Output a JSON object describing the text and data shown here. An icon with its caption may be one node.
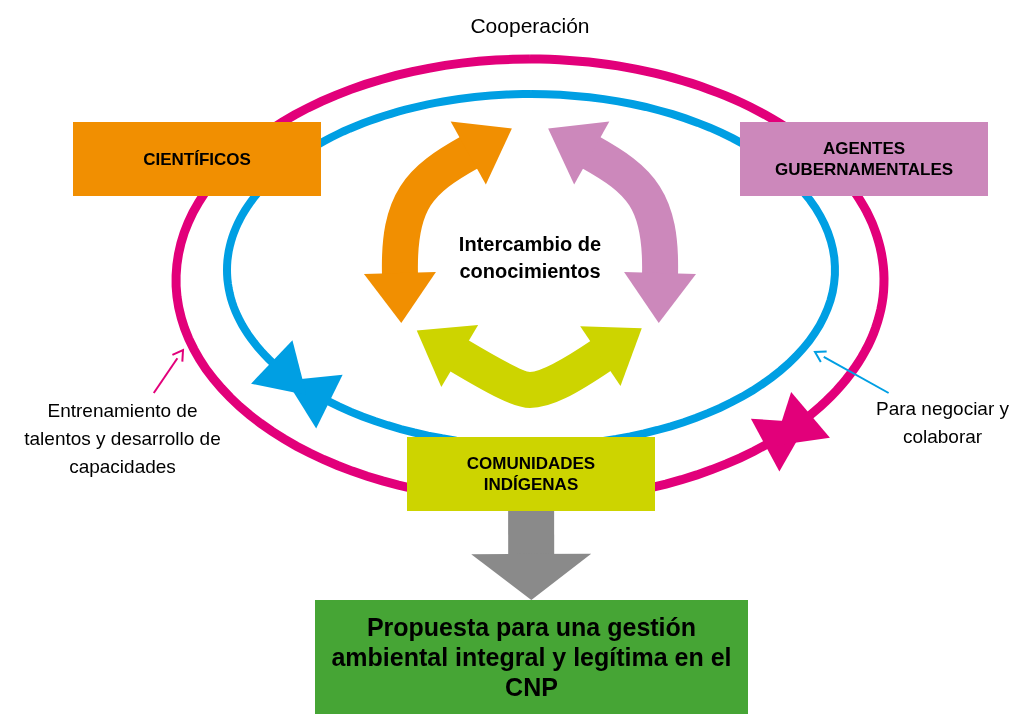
{
  "diagram": {
    "nodes": [
      {
        "text": [
          "CIENTÍFICOS"
        ]
      },
      {
        "text": [
          "AGENTES GUBERNAMENTALES"
        ]
      },
      {
        "text": [
          "COMUNIDADES INDÍGENAS"
        ]
      },
      {
        "text": [
          "Propuesta para una gestión ambiental integral y legítima en el CNP"
        ]
      },
      {
        "text": [
          "Intercambio de conocimientos"
        ]
      },
      {
        "text": [
          "Entrenamiento de talentos y desarrollo de capacidades"
        ]
      },
      {
        "text": [
          "Para negociar y colaborar"
        ]
      }
    ],
    "edges": [
      {
        "from": 2,
        "to": 3,
        "arrow": "to",
        "style": "thick",
        "color": "#8a8a8a"
      },
      {
        "from": 5,
        "to": null,
        "arrow": "to",
        "color": "#e2007a"
      },
      {
        "from": 6,
        "to": null,
        "arrow": "to",
        "color": "#009fe3"
      }
    ],
    "labels": [
      "Cooperación"
    ]
  }
}
